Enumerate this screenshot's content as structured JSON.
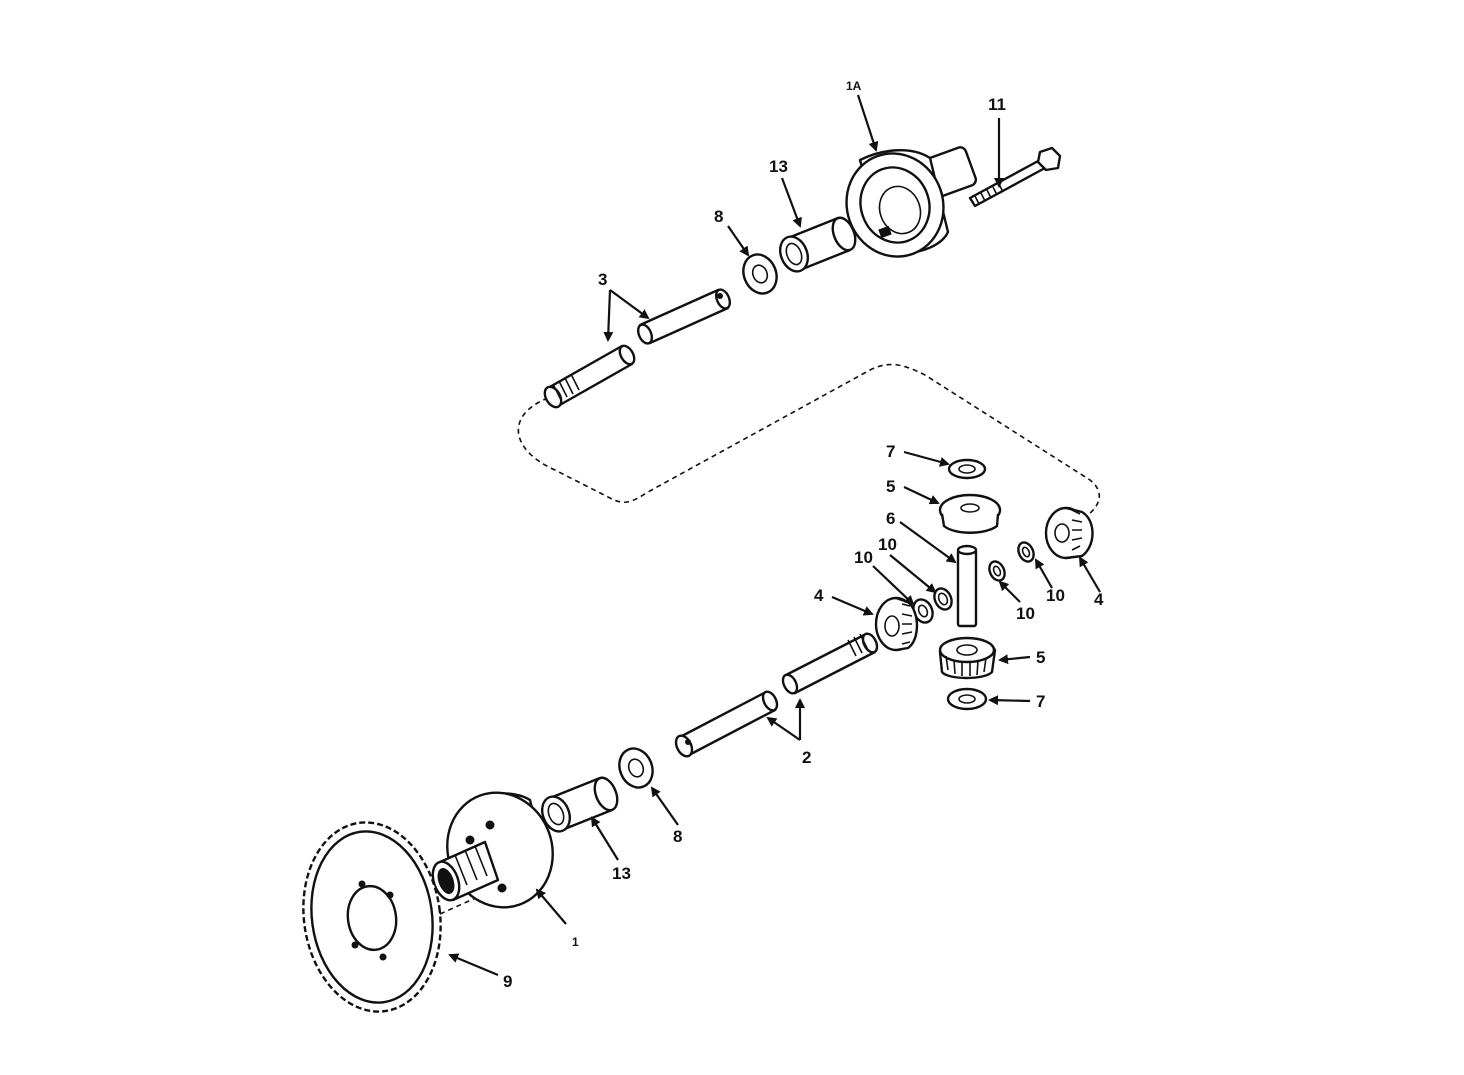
{
  "callouts": {
    "c_1a": "1A",
    "c_11": "11",
    "c_13_top": "13",
    "c_8_top": "8",
    "c_3": "3",
    "c_7_top": "7",
    "c_5_top": "5",
    "c_6": "6",
    "c_10_a": "10",
    "c_10_b": "10",
    "c_4_left": "4",
    "c_4_right": "4",
    "c_10_c": "10",
    "c_10_d": "10",
    "c_5_bottom": "5",
    "c_7_bottom": "7",
    "c_2": "2",
    "c_8_bottom": "8",
    "c_13_bottom": "13",
    "c_1": "1",
    "c_9": "9"
  }
}
